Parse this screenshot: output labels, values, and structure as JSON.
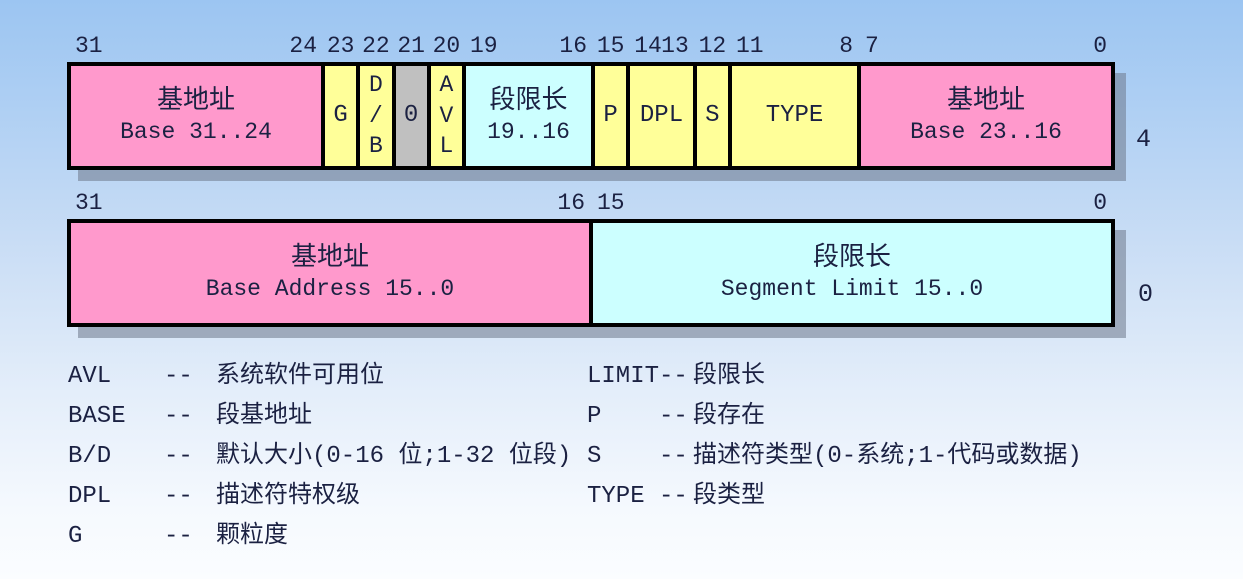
{
  "figure": {
    "title_hint": "x86 segment descriptor layout diagram",
    "colors": {
      "pink": "#ff99cc",
      "yellow": "#ffff99",
      "gray": "#c0c0c0",
      "cyan": "#ccffff",
      "ink": "#1b2142",
      "border": "#000000",
      "bg_top": "#9cc5f2",
      "bg_bottom": "#fbfdff"
    },
    "row1": {
      "offset_label": "4",
      "cells": [
        {
          "cn": "基地址",
          "en": "Base 31..24",
          "bits_left": "31",
          "bits_right": "24"
        },
        {
          "text": "G",
          "bit": "23"
        },
        {
          "chars": [
            "D",
            "/",
            "B"
          ],
          "bit": "22"
        },
        {
          "text": "0",
          "bit": "21"
        },
        {
          "chars": [
            "A",
            "V",
            "L"
          ],
          "bit": "20"
        },
        {
          "cn": "段限长",
          "en": "19..16",
          "bits_left": "19",
          "bits_right": "16"
        },
        {
          "text": "P",
          "bit": "15"
        },
        {
          "text": "DPL",
          "bits_left": "14",
          "bits_right": "13"
        },
        {
          "text": "S",
          "bit": "12"
        },
        {
          "text": "TYPE",
          "bits_left": "11",
          "bits_right": "8"
        },
        {
          "cn": "基地址",
          "en": "Base 23..16",
          "bits_left": "7",
          "bits_right": "0"
        }
      ]
    },
    "row2": {
      "offset_label": "0",
      "cells": [
        {
          "cn": "基地址",
          "en": "Base Address 15..0",
          "bits_left": "31",
          "bits_right": "16"
        },
        {
          "cn": "段限长",
          "en": "Segment Limit 15..0",
          "bits_left": "15",
          "bits_right": "0"
        }
      ]
    },
    "legend": {
      "dash": "--",
      "left": [
        {
          "term": "AVL",
          "desc": "系统软件可用位"
        },
        {
          "term": "BASE",
          "desc": "段基地址"
        },
        {
          "term": "B/D",
          "desc": "默认大小(0-16 位;1-32 位段)"
        },
        {
          "term": "DPL",
          "desc": "描述符特权级"
        },
        {
          "term": "G",
          "desc": "颗粒度"
        }
      ],
      "right": [
        {
          "term": "LIMIT",
          "desc": "段限长"
        },
        {
          "term": "P",
          "desc": "段存在"
        },
        {
          "term": "S",
          "desc": "描述符类型(0-系统;1-代码或数据)"
        },
        {
          "term": "TYPE",
          "desc": "段类型"
        }
      ]
    }
  }
}
